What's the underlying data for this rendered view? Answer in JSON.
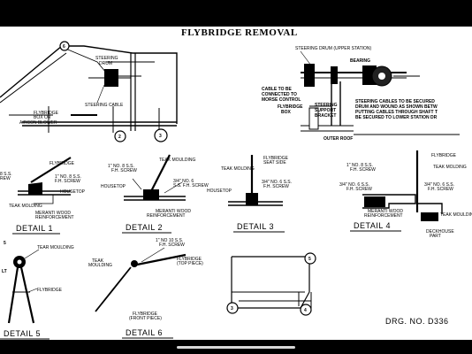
{
  "drawing": {
    "title": "FLYBRIDGE  REMOVAL",
    "drawing_number": "DRG.  NO.  D336",
    "top_left": {
      "steering_drum": "STEERING\nDRUM",
      "steering_cable": "STEERING CABLE",
      "flybridge_box_label": "FLYBRIDGE\nBOX OR\nAIRCON BLOWER",
      "callout_a": "6",
      "callout_b": "2",
      "callout_c": "3"
    },
    "top_right": {
      "steering_drum_upper": "STEERING DRUM (UPPER STATION)",
      "bearing": "BEARING",
      "cable_note": "CABLE TO BE\nCONNECTED TO\nMORSE CONTROL",
      "flybridge_box": "FLYBRIDGE\nBOX",
      "steering_support": "STEERING\nSUPPORT\nBRACKET",
      "steering_note": "STEERING CABLES TO BE SECURED\nDRUM AND WOUND AS SHOWN BETW\nPUTTING CABLES THROUGH SHAFT T\nBE SECURED TO LOWER STATION DR",
      "outer_roof": "OUTER ROOF"
    },
    "details": [
      {
        "label": "DETAIL  1",
        "notes": [
          "FLYBRIDGE",
          "1\" NO. 8 S.S.\nF.H. SCREW",
          "HOUSETOP",
          "MERANTI WOOD\nREINFORCEMENT",
          "TEAK MOLDING",
          "8 S.S.\nREW"
        ]
      },
      {
        "label": "DETAIL  2",
        "notes": [
          "TEAK MOULDING",
          "1\" NO. 8 S.S.\nF.H. SCREW",
          "HOUSETOP",
          "3/4\" NO. 6\nS.S. F.H. SCREW",
          "MERANTI WOOD\nREINFORCEMENT"
        ]
      },
      {
        "label": "DETAIL  3",
        "notes": [
          "FLYBRIDGE\nSEAT SIDE",
          "TEAK MOLDING",
          "3/4\" NO. 6 S.S.\nF.H. SCREW",
          "HOUSETOP"
        ]
      },
      {
        "label": "DETAIL  4",
        "notes": [
          "FLYBRIDGE",
          "1\" NO. 8 S.S.\nF.H. SCREW",
          "TEAK MOLDING",
          "3/4\" NO. 6 S.S.\nF.H. SCREW",
          "MERANTI WOOD\nREINFORCEMENT",
          "TEAK MOULDING",
          "DECKHOUSE\nPART"
        ]
      },
      {
        "label": "DETAIL  5",
        "notes": [
          "TEAR MOULDING",
          "FLYBRIDGE",
          "5",
          "LT"
        ]
      },
      {
        "label": "DETAIL  6",
        "notes": [
          "1\" NO 10 S.S.\nF.H. SCREW",
          "TEAK\nMOULDING",
          "FLYBRIDGE\n(TOP PIECE)",
          "FLYBRIDGE\n(FRONT PIECE)"
        ]
      }
    ],
    "frame_callouts": [
      "5",
      "3",
      "4"
    ]
  }
}
